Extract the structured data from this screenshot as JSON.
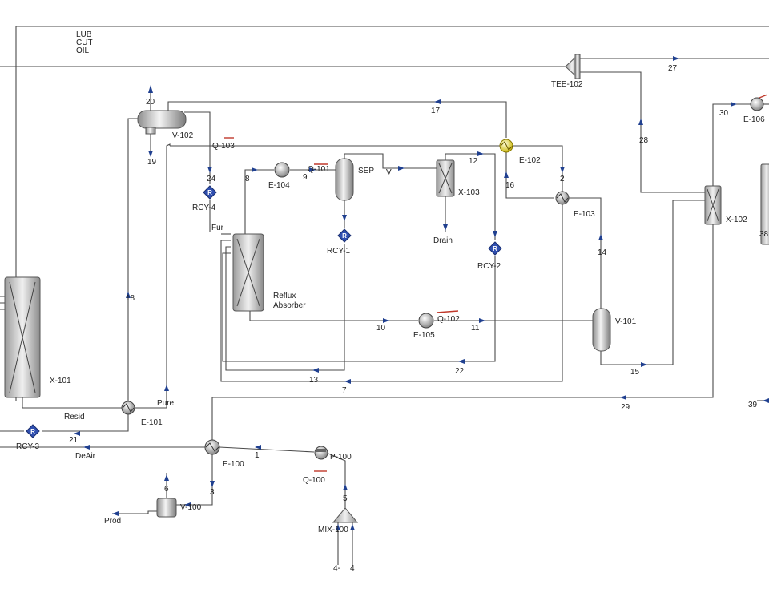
{
  "equipment": {
    "x101": "X-101",
    "x102": "X-102",
    "x103": "X-103",
    "v100": "V-100",
    "v101": "V-101",
    "v102": "V-102",
    "e100": "E-100",
    "e101": "E-101",
    "e102": "E-102",
    "e103": "E-103",
    "e104": "E-104",
    "e105": "E-105",
    "e106": "E-106",
    "tee102": "TEE-102",
    "mix100": "MIX-100",
    "p100": "P-100",
    "sep": "SEP",
    "reflux1": "Reflux",
    "reflux2": "Absorber",
    "rcy1": "RCY-1",
    "rcy2": "RCY-2",
    "rcy3": "RCY-3",
    "rcy4": "RCY-4",
    "q100": "Q-100",
    "q101": "Q-101",
    "q102": "Q-102",
    "q103": "Q-103"
  },
  "streams": {
    "lub1": "LUB",
    "lub2": "CUT",
    "lub3": "OIL",
    "s1": "1",
    "s2": "2",
    "s3": "3",
    "s4a": "4-",
    "s4b": "4",
    "s5": "5",
    "s6": "6",
    "s7": "7",
    "s8": "8",
    "s9": "9",
    "s10": "10",
    "s11": "11",
    "s12": "12",
    "s13": "13",
    "s14": "14",
    "s15": "15",
    "s16": "16",
    "s17": "17",
    "s18": "18",
    "s19": "19",
    "s20": "20",
    "s21": "21",
    "s22": "22",
    "s24": "24",
    "s27": "27",
    "s28": "28",
    "s29": "29",
    "s30": "30",
    "s38": "38",
    "s39": "39",
    "v": "V",
    "drain": "Drain",
    "fur": "Fur",
    "pure": "Pure",
    "resid": "Resid",
    "deair": "DeAir",
    "prod": "Prod"
  },
  "rcy_letter": "R",
  "colors": {
    "line": "#4a4a4a",
    "energy": "#c0392b",
    "arrow": "#1f3f8f",
    "recycle": "#2f4fb0"
  }
}
